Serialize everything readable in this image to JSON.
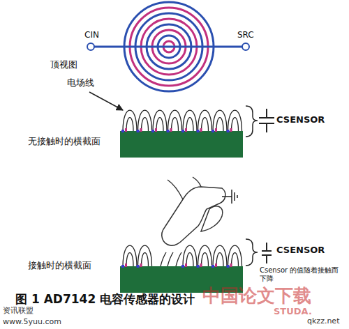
{
  "diagram": {
    "caption": "图 1 AD7142 电容传感器的设计",
    "labels": [
      "CIN",
      "SRC",
      "顶视图",
      "电场线",
      "无接触时的横截面",
      "CSENSOR",
      "接触时的横截面",
      "CSENSOR",
      "Csensor 的值随着接触而下降",
      "中国论文下载",
      "STUDA.",
      "qkzz.net",
      "资讯联盟",
      "www.5yuu.com"
    ]
  }
}
